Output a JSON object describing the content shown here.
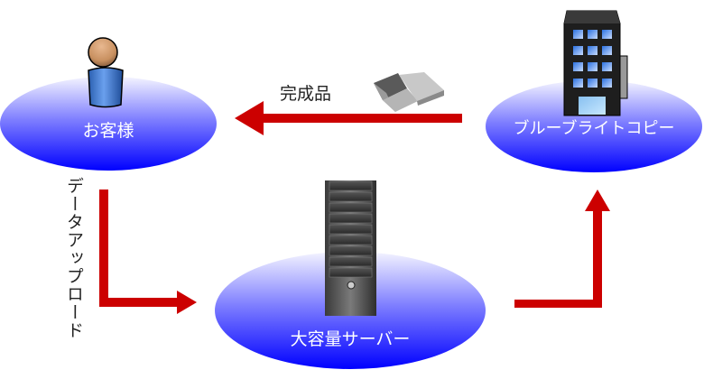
{
  "nodes": {
    "customer": {
      "label": "お客様",
      "icon": "person-icon"
    },
    "blueprint": {
      "label": "ブルーブライトコピー",
      "icon": "office-building-icon"
    },
    "server": {
      "label": "大容量サーバー",
      "icon": "server-tower-icon"
    }
  },
  "edges": {
    "upload": {
      "label": "データアップロード",
      "from": "customer",
      "to": "server"
    },
    "to_blueprint": {
      "label": "",
      "from": "server",
      "to": "blueprint"
    },
    "finished": {
      "label": "完成品",
      "from": "blueprint",
      "to": "customer",
      "icon": "box-icon"
    }
  },
  "colors": {
    "ellipse_top": "#ffffff",
    "ellipse_bottom": "#0000ff",
    "arrow": "#cc0000",
    "label_text": "#ffffff"
  }
}
